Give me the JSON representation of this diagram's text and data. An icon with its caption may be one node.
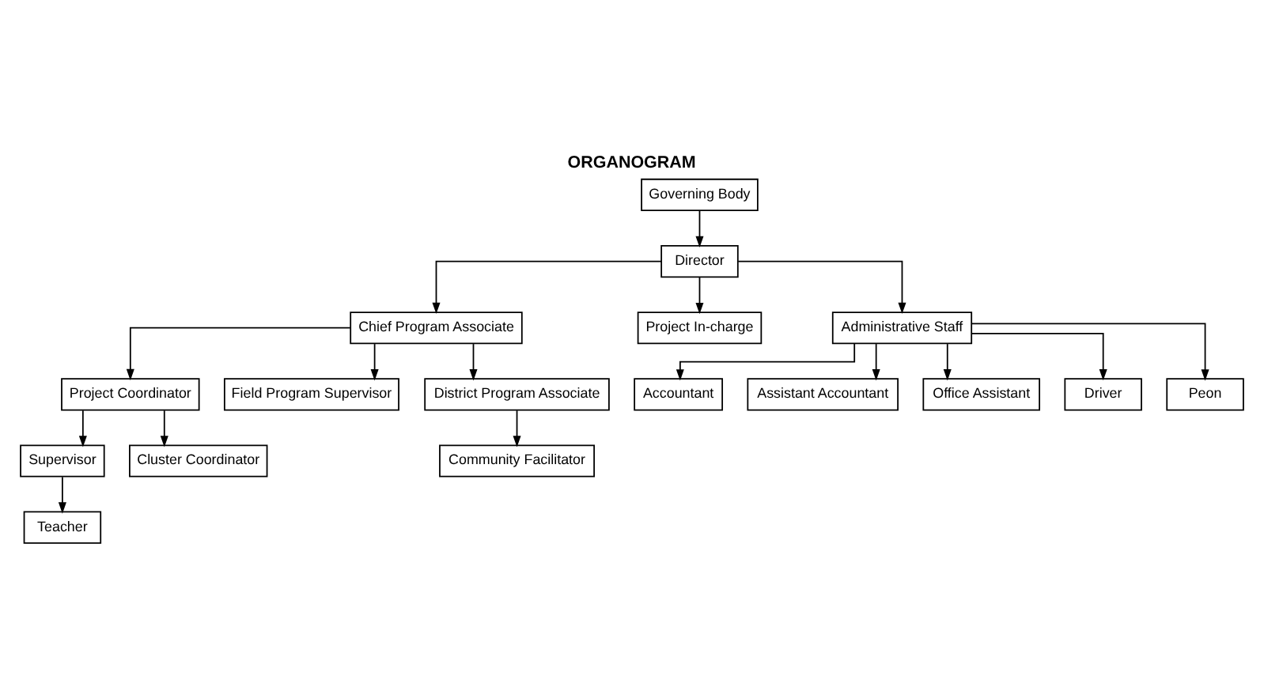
{
  "diagram": {
    "title": "ORGANOGRAM",
    "nodes": [
      {
        "text": [
          "Governing Body"
        ]
      },
      {
        "text": [
          "Director"
        ]
      },
      {
        "text": [
          "Chief Program Associate"
        ]
      },
      {
        "text": [
          "Project In-charge"
        ]
      },
      {
        "text": [
          "Administrative Staff"
        ]
      },
      {
        "text": [
          "Project Coordinator"
        ]
      },
      {
        "text": [
          "Field Program Supervisor"
        ]
      },
      {
        "text": [
          "District Program Associate"
        ]
      },
      {
        "text": [
          "Supervisor"
        ]
      },
      {
        "text": [
          "Cluster Coordinator"
        ]
      },
      {
        "text": [
          "Community Facilitator"
        ]
      },
      {
        "text": [
          "Teacher"
        ]
      },
      {
        "text": [
          "Accountant"
        ]
      },
      {
        "text": [
          "Assistant Accountant"
        ]
      },
      {
        "text": [
          "Office Assistant"
        ]
      },
      {
        "text": [
          "Driver"
        ]
      },
      {
        "text": [
          "Peon"
        ]
      }
    ],
    "edges": [
      {
        "from": 0,
        "to": 1,
        "arrow": "to"
      },
      {
        "from": 1,
        "to": 2,
        "arrow": "to"
      },
      {
        "from": 1,
        "to": 3,
        "arrow": "to"
      },
      {
        "from": 1,
        "to": 4,
        "arrow": "to"
      },
      {
        "from": 2,
        "to": 5,
        "arrow": "to"
      },
      {
        "from": 2,
        "to": 6,
        "arrow": "to"
      },
      {
        "from": 2,
        "to": 7,
        "arrow": "to"
      },
      {
        "from": 5,
        "to": 8,
        "arrow": "to"
      },
      {
        "from": 5,
        "to": 9,
        "arrow": "to"
      },
      {
        "from": 7,
        "to": 10,
        "arrow": "to"
      },
      {
        "from": 8,
        "to": 11,
        "arrow": "to"
      },
      {
        "from": 4,
        "to": 12,
        "arrow": "to"
      },
      {
        "from": 4,
        "to": 13,
        "arrow": "to"
      },
      {
        "from": 4,
        "to": 14,
        "arrow": "to"
      },
      {
        "from": 4,
        "to": 15,
        "arrow": "to"
      },
      {
        "from": 4,
        "to": 16,
        "arrow": "to"
      }
    ]
  }
}
